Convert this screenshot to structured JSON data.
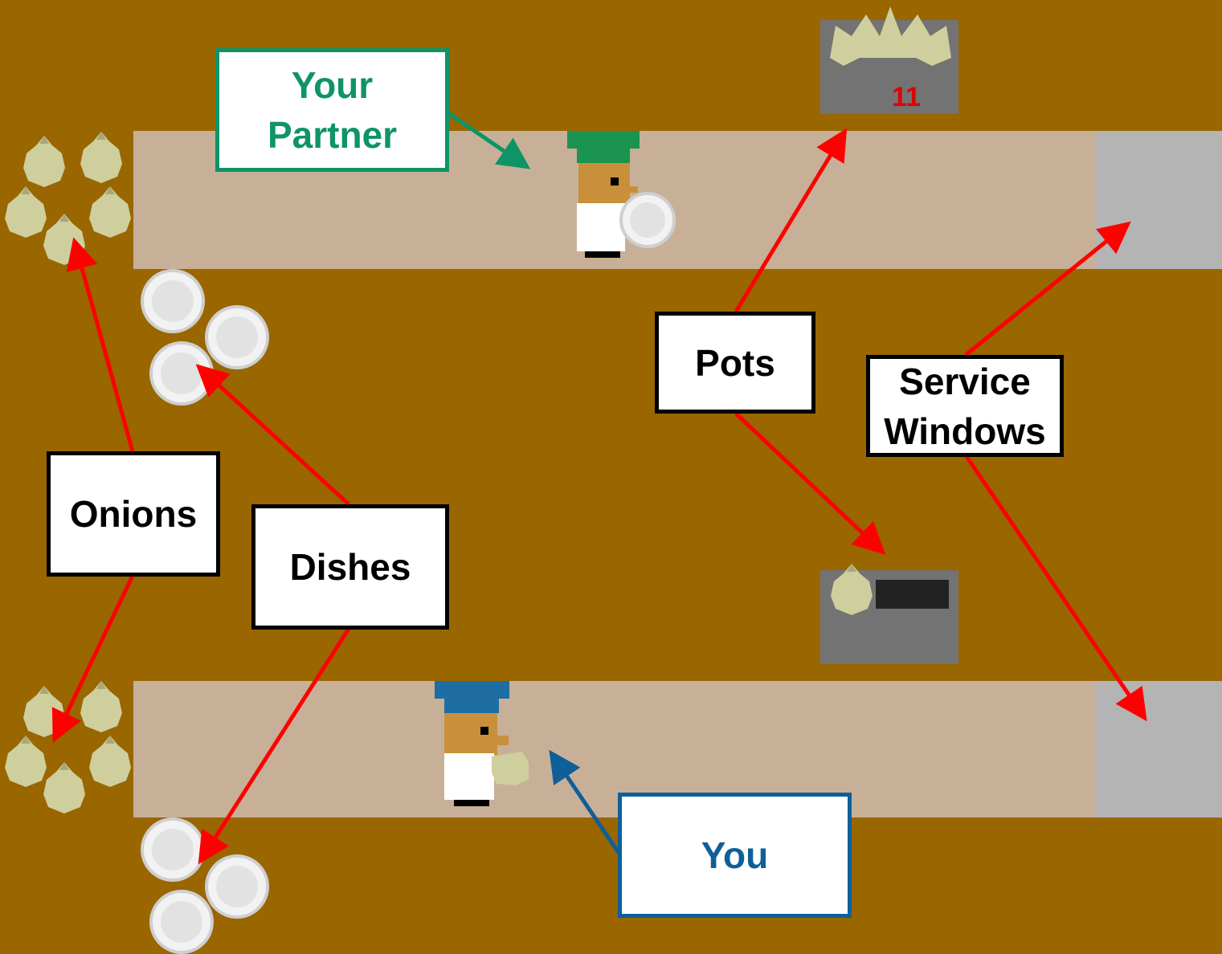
{
  "colors": {
    "floor": "#996600",
    "counter": "#c8b098",
    "service_window": "#b4b4b4",
    "pot": "#737373",
    "onion": "#cfcf9e",
    "dish": "#e6e6e6",
    "partner_hat": "#1a9450",
    "you_hat": "#1f6ea3",
    "arrow_red": "#ff0000",
    "partner_text": "#0e9466",
    "you_text": "#0f5f99"
  },
  "labels": {
    "your_partner": [
      "Your",
      "Partner"
    ],
    "pots": "Pots",
    "service_windows": [
      "Service",
      "Windows"
    ],
    "onions": "Onions",
    "dishes": "Dishes",
    "you": "You"
  },
  "pot_timer": "11",
  "icons": [
    "onion-icon",
    "dish-icon",
    "chef-icon",
    "pot-icon"
  ]
}
